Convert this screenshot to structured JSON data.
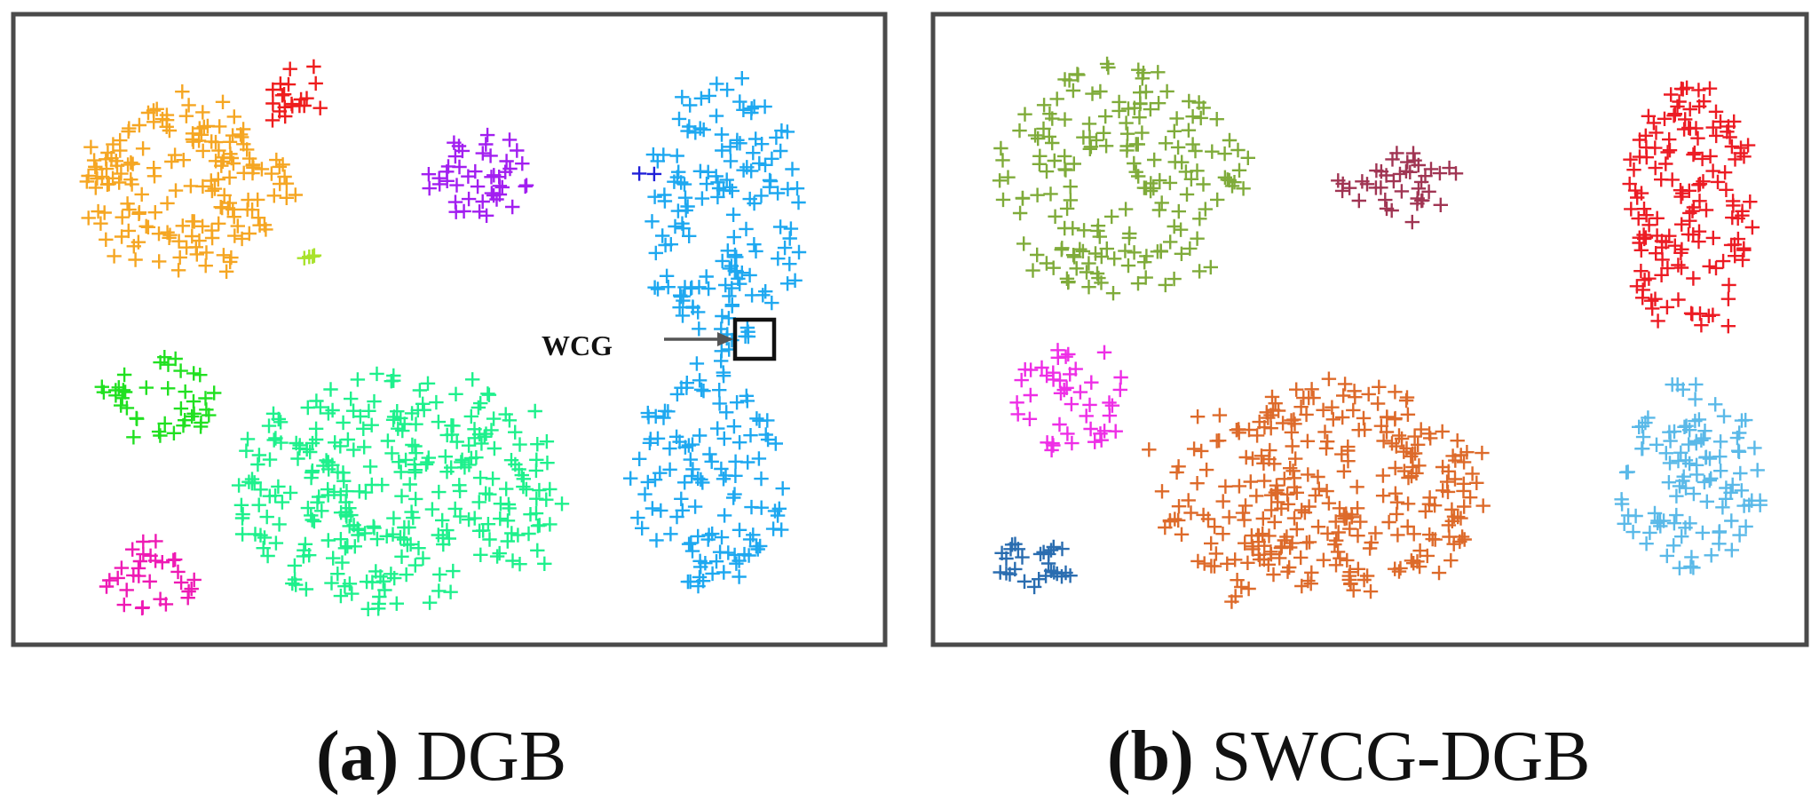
{
  "panels": [
    {
      "caption_letter": "a",
      "caption_text": "DGB",
      "annotation": "WCG",
      "chart_data": {
        "type": "scatter",
        "marker": "+",
        "title": "",
        "xlabel": "",
        "ylabel": "",
        "grid": false,
        "legend": "none",
        "axes_visible": false,
        "xlim": [
          0,
          100
        ],
        "ylim": [
          0,
          100
        ],
        "clusters": [
          {
            "color": "#f5a623",
            "center": [
              18,
              26
            ],
            "spread": [
              13,
              15
            ],
            "count": 170
          },
          {
            "color": "#ee1c1c",
            "center": [
              31,
              10
            ],
            "spread": [
              4,
              6
            ],
            "count": 20
          },
          {
            "color": "#a8e22b",
            "center": [
              33,
              38
            ],
            "spread": [
              1,
              3
            ],
            "count": 4
          },
          {
            "color": "#a21ff0",
            "center": [
              54,
              24
            ],
            "spread": [
              8,
              7
            ],
            "count": 45
          },
          {
            "color": "#1ea8f0",
            "center": [
              85,
              30
            ],
            "spread": [
              10,
              23
            ],
            "count": 150
          },
          {
            "color": "#2020d8",
            "center": [
              75,
              24
            ],
            "spread": [
              1,
              2
            ],
            "count": 2
          },
          {
            "color": "#1ea8f0",
            "center": [
              85,
              53
            ],
            "spread": [
              1,
              6
            ],
            "count": 8
          },
          {
            "color": "#1ea8f0",
            "center": [
              83,
              76
            ],
            "spread": [
              10,
              19
            ],
            "count": 120
          },
          {
            "color": "#21e021",
            "center": [
              14,
              62
            ],
            "spread": [
              7,
              8
            ],
            "count": 40
          },
          {
            "color": "#1ef08c",
            "center": [
              44,
              78
            ],
            "spread": [
              21,
              20
            ],
            "count": 300
          },
          {
            "color": "#ee1ab4",
            "center": [
              13,
              92
            ],
            "spread": [
              6,
              6
            ],
            "count": 30
          }
        ],
        "highlight_box": {
          "label": "WCG",
          "center": [
            85.8,
            52.4
          ]
        }
      }
    },
    {
      "caption_letter": "b",
      "caption_text": "SWCG-DGB",
      "chart_data": {
        "type": "scatter",
        "marker": "+",
        "title": "",
        "xlabel": "",
        "ylabel": "",
        "grid": false,
        "legend": "none",
        "axes_visible": false,
        "xlim": [
          0,
          100
        ],
        "ylim": [
          0,
          100
        ],
        "clusters": [
          {
            "color": "#7fab3a",
            "center": [
              19,
              25
            ],
            "spread": [
              15,
              20
            ],
            "count": 180
          },
          {
            "color": "#a03553",
            "center": [
              53,
              26
            ],
            "spread": [
              8,
              6
            ],
            "count": 40
          },
          {
            "color": "#ec1c24",
            "center": [
              88,
              30
            ],
            "spread": [
              8,
              22
            ],
            "count": 150
          },
          {
            "color": "#ee2ee6",
            "center": [
              13,
              62
            ],
            "spread": [
              8,
              9
            ],
            "count": 45
          },
          {
            "color": "#dd6a2a",
            "center": [
              43,
              78
            ],
            "spread": [
              20,
              19
            ],
            "count": 300
          },
          {
            "color": "#5ab9e8",
            "center": [
              88,
              75
            ],
            "spread": [
              9,
              16
            ],
            "count": 110
          },
          {
            "color": "#2a6db0",
            "center": [
              8,
              91
            ],
            "spread": [
              5,
              5
            ],
            "count": 28
          }
        ]
      }
    }
  ]
}
